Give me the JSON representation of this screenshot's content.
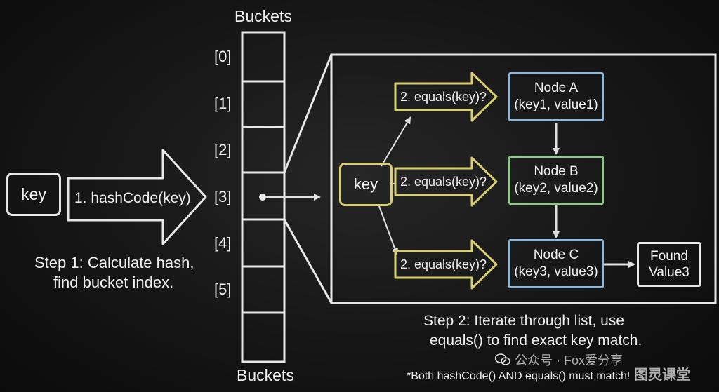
{
  "diagram": {
    "buckets_label_top": "Buckets",
    "buckets_label_bottom": "Buckets",
    "bucket_indices": [
      "[0]",
      "[1]",
      "[2]",
      "[3]",
      "[4]",
      "[5]"
    ],
    "key_label": "key",
    "hash_arrow_label": "1. hashCode(key)",
    "step1": [
      "Step 1: Calculate hash,",
      "find bucket index."
    ],
    "inner_key_label": "key",
    "equals_labels": [
      "2. equals(key)?",
      "2. equals(key)?",
      "2. equals(key)?"
    ],
    "nodes": [
      {
        "title": "Node A",
        "entry": "(key1, value1)"
      },
      {
        "title": "Node B",
        "entry": "(key2, value2)"
      },
      {
        "title": "Node C",
        "entry": "(key3, value3)"
      }
    ],
    "found": [
      "Found",
      "Value3"
    ],
    "step2": [
      "Step 2: Iterate through list, use",
      "equals() to find exact key match."
    ],
    "footnote": "*Both hashCode() AND equals() must match!",
    "colors": {
      "chalk": "#e8e8e8",
      "yellow": "#d9cf6e",
      "blue": "#8fb8d8",
      "green": "#8fc98a",
      "background": "#151515"
    }
  },
  "watermark": {
    "text": "公众号 · Fox爱分享",
    "logo": "图灵课堂",
    "icon": "wechat-icon"
  }
}
